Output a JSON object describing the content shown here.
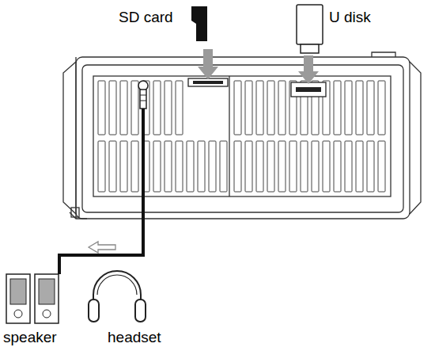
{
  "diagram": {
    "labels": [
      "SD card",
      "U disk",
      "speaker",
      "headset"
    ]
  }
}
